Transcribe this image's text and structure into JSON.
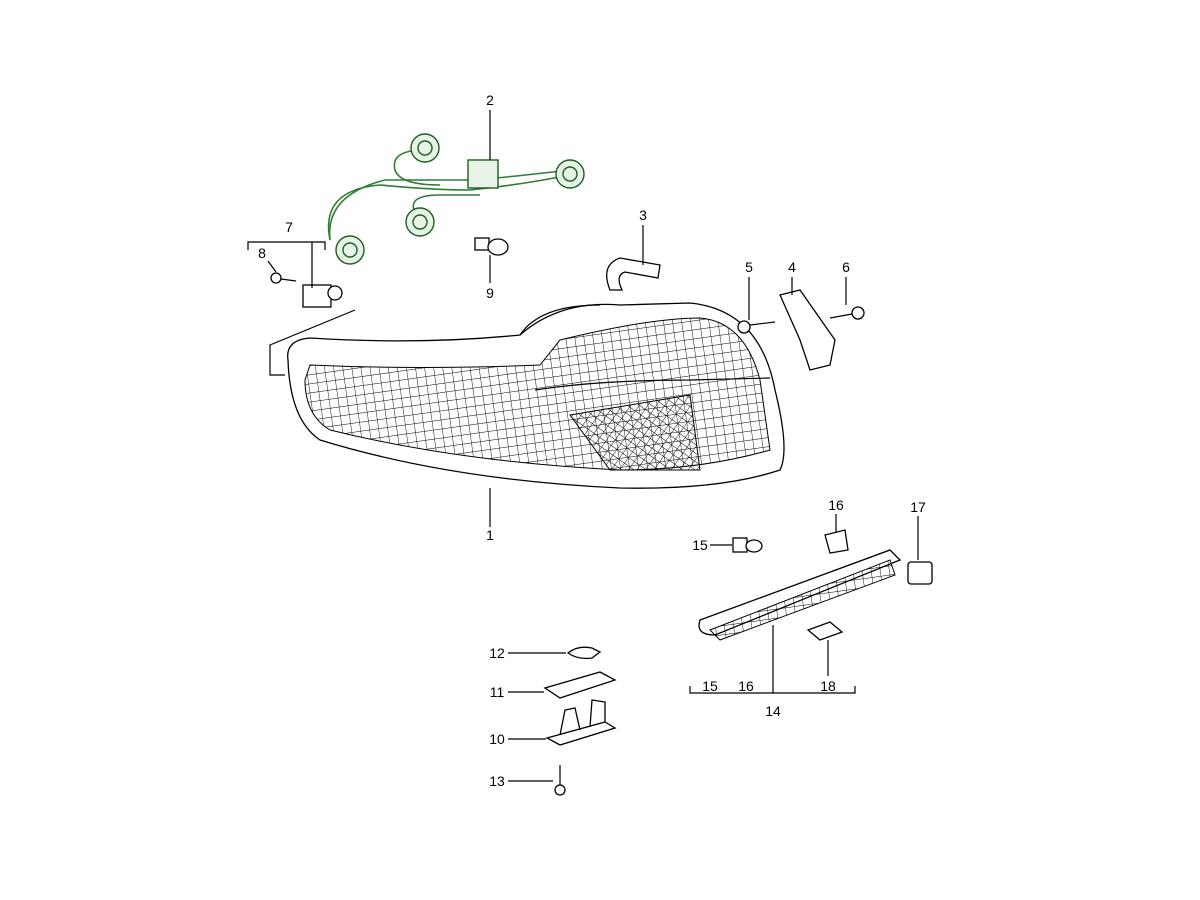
{
  "diagram": {
    "title": "Tail light assembly parts diagram",
    "callouts": {
      "c1": "1",
      "c2": "2",
      "c3": "3",
      "c4": "4",
      "c5": "5",
      "c6": "6",
      "c7": "7",
      "c8": "8",
      "c9": "9",
      "c10": "10",
      "c11": "11",
      "c12": "12",
      "c13": "13",
      "c14": "14",
      "c15": "15",
      "c16": "16",
      "c17": "17",
      "c18": "18",
      "c15b": "15",
      "c16b": "16",
      "c18b": "18"
    },
    "colors": {
      "wiring": "#2e7d32",
      "lines": "#000000"
    }
  }
}
